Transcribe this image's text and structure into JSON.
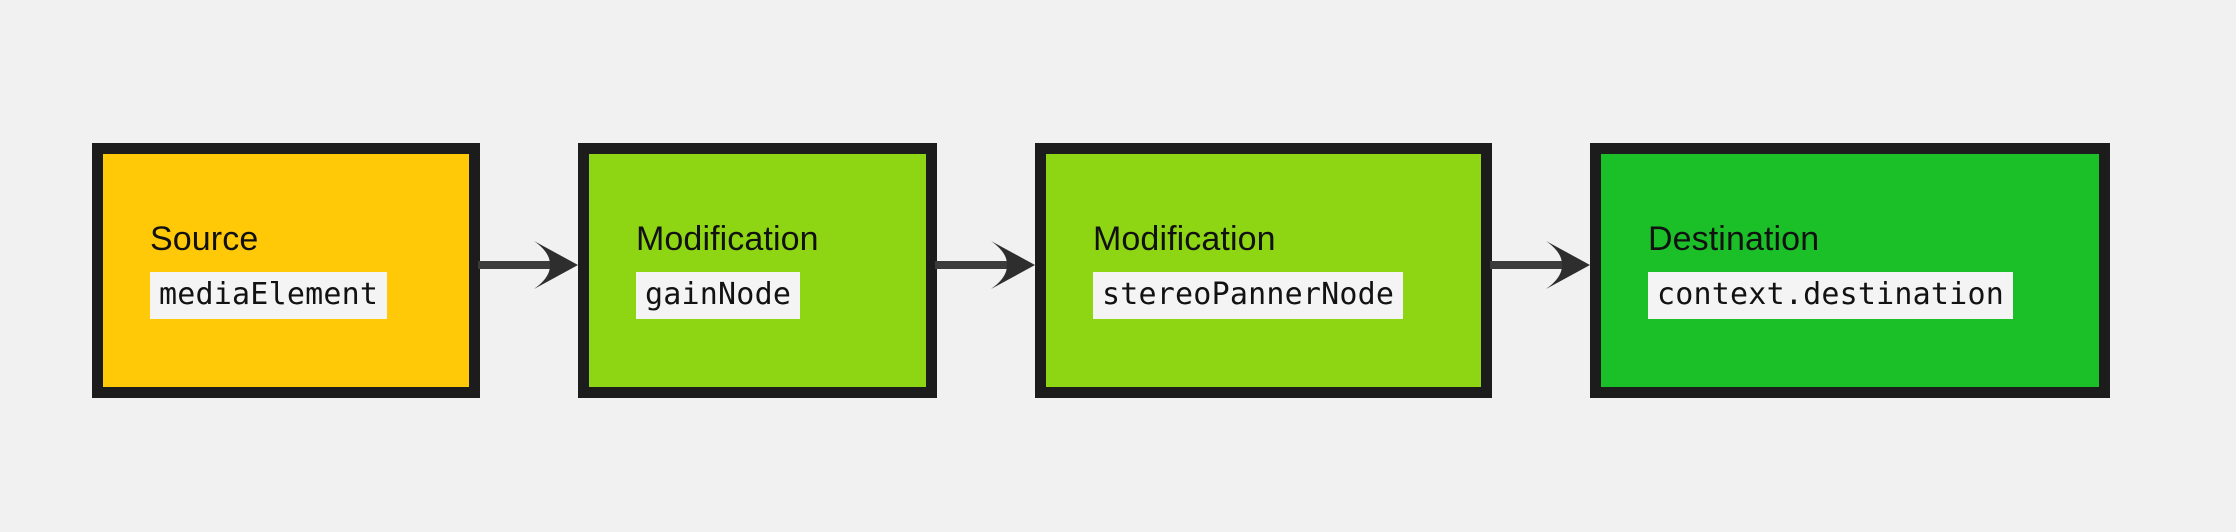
{
  "diagram": {
    "type": "flowchart",
    "orientation": "left-to-right",
    "background_color": "#f1f1f1",
    "border_color": "#1c1c1c",
    "arrow_color": "#3b3b3b",
    "code_label_background": "#f4f4f4",
    "nodes": [
      {
        "id": "source",
        "title": "Source",
        "code": "mediaElement",
        "fill_color": "#ffc907",
        "role": "source"
      },
      {
        "id": "gain",
        "title": "Modification",
        "code": "gainNode",
        "fill_color": "#8ed613",
        "role": "modification"
      },
      {
        "id": "panner",
        "title": "Modification",
        "code": "stereoPannerNode",
        "fill_color": "#8ed613",
        "role": "modification"
      },
      {
        "id": "destination",
        "title": "Destination",
        "code": "context.destination",
        "fill_color": "#1bbf28",
        "role": "destination"
      }
    ],
    "edges": [
      {
        "id": "edge-source-gain",
        "from": "source",
        "to": "gain"
      },
      {
        "id": "edge-gain-panner",
        "from": "gain",
        "to": "panner"
      },
      {
        "id": "edge-panner-destination",
        "from": "panner",
        "to": "destination"
      }
    ]
  }
}
